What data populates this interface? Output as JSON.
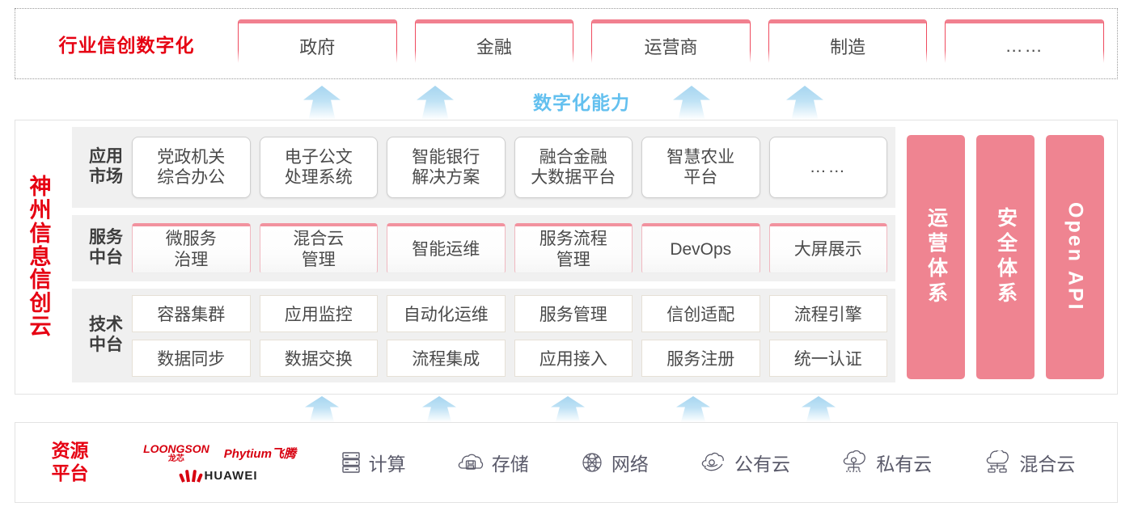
{
  "industry": {
    "title": "行业信创数字化",
    "items": [
      {
        "label": "政府"
      },
      {
        "label": "金融"
      },
      {
        "label": "运营商"
      },
      {
        "label": "制造"
      },
      {
        "label": "……"
      }
    ]
  },
  "capability_label": "数字化能力",
  "cloud": {
    "title": "神州信息信创云",
    "layers": [
      {
        "label": "应用市场",
        "label_line1": "应用",
        "label_line2": "市场",
        "cells": [
          {
            "line1": "党政机关",
            "line2": "综合办公"
          },
          {
            "line1": "电子公文",
            "line2": "处理系统"
          },
          {
            "line1": "智能银行",
            "line2": "解决方案"
          },
          {
            "line1": "融合金融",
            "line2": "大数据平台"
          },
          {
            "line1": "智慧农业",
            "line2": "平台"
          },
          {
            "line1": "……",
            "line2": ""
          }
        ]
      },
      {
        "label": "服务中台",
        "label_line1": "服务",
        "label_line2": "中台",
        "cells": [
          {
            "line1": "微服务",
            "line2": "治理"
          },
          {
            "line1": "混合云",
            "line2": "管理"
          },
          {
            "line1": "智能运维",
            "line2": ""
          },
          {
            "line1": "服务流程",
            "line2": "管理"
          },
          {
            "line1": "DevOps",
            "line2": ""
          },
          {
            "line1": "大屏展示",
            "line2": ""
          }
        ]
      },
      {
        "label": "技术中台",
        "label_line1": "技术",
        "label_line2": "中台",
        "row1": [
          "容器集群",
          "应用监控",
          "自动化运维",
          "服务管理",
          "信创适配",
          "流程引擎"
        ],
        "row2": [
          "数据同步",
          "数据交换",
          "流程集成",
          "应用接入",
          "服务注册",
          "统一认证"
        ]
      }
    ],
    "pillars": [
      {
        "label": "运营体系"
      },
      {
        "label": "安全体系"
      },
      {
        "label": "Open API"
      }
    ]
  },
  "resource": {
    "title": "资源平台",
    "title_line1": "资源",
    "title_line2": "平台",
    "vendors": [
      {
        "name": "LOONGSON",
        "name_cn": "龙芯"
      },
      {
        "name": "Phytium飞腾"
      },
      {
        "name": "HUAWEI"
      }
    ],
    "items": [
      {
        "label": "计算",
        "icon": "server-icon"
      },
      {
        "label": "存储",
        "icon": "cloud-storage-icon"
      },
      {
        "label": "网络",
        "icon": "network-icon"
      },
      {
        "label": "公有云",
        "icon": "public-cloud-icon"
      },
      {
        "label": "私有云",
        "icon": "private-cloud-icon"
      },
      {
        "label": "混合云",
        "icon": "hybrid-cloud-icon"
      }
    ]
  },
  "colors": {
    "brand_red": "#e60012",
    "pillar_pink": "#ef8491",
    "box_top_pink": "#f2929f",
    "arrow_blue": "#a6d5f0",
    "capability_blue": "#63c0ef",
    "layer_bg": "#f0f0f0"
  }
}
